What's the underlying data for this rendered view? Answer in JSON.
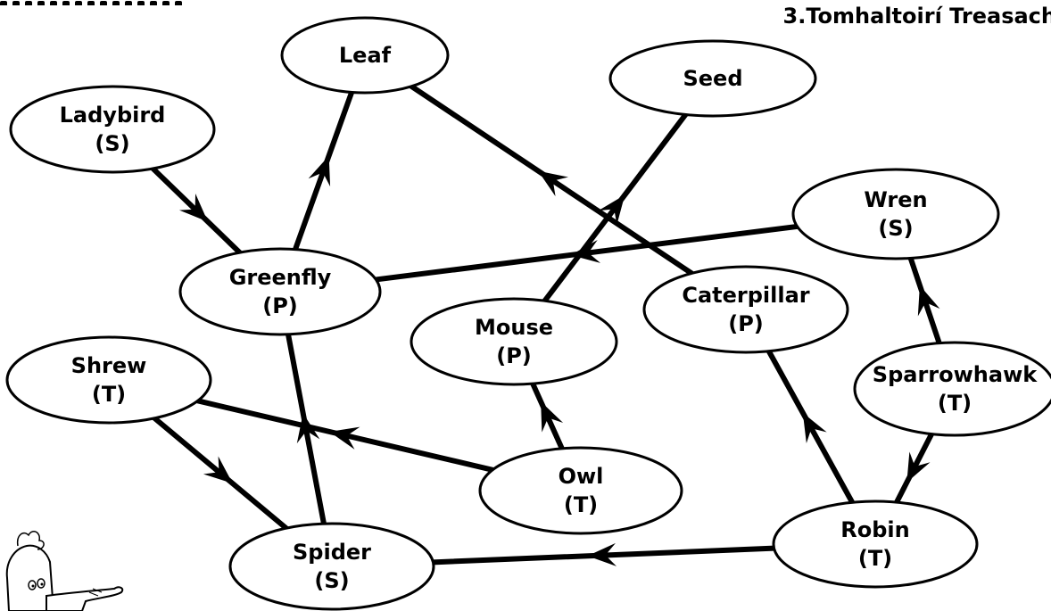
{
  "title": "3.Tomhaltoirí Treasach",
  "nodes": [
    {
      "id": "leaf",
      "lines": [
        "Leaf"
      ]
    },
    {
      "id": "seed",
      "lines": [
        "Seed"
      ]
    },
    {
      "id": "ladybird",
      "lines": [
        "Ladybird",
        "(S)"
      ]
    },
    {
      "id": "wren",
      "lines": [
        "Wren",
        "(S)"
      ]
    },
    {
      "id": "greenfly",
      "lines": [
        "Greenfly",
        "(P)"
      ]
    },
    {
      "id": "caterpillar",
      "lines": [
        "Caterpillar",
        "(P)"
      ]
    },
    {
      "id": "mouse",
      "lines": [
        "Mouse",
        "(P)"
      ]
    },
    {
      "id": "shrew",
      "lines": [
        "Shrew",
        "(T)"
      ]
    },
    {
      "id": "sparrowhawk",
      "lines": [
        "Sparrowhawk",
        "(T)"
      ]
    },
    {
      "id": "owl",
      "lines": [
        "Owl",
        "(T)"
      ]
    },
    {
      "id": "spider",
      "lines": [
        "Spider",
        "(S)"
      ]
    },
    {
      "id": "robin",
      "lines": [
        "Robin",
        "(T)"
      ]
    }
  ],
  "edges": [
    {
      "from": "ladybird",
      "to": "greenfly"
    },
    {
      "from": "greenfly",
      "to": "leaf"
    },
    {
      "from": "caterpillar",
      "to": "leaf"
    },
    {
      "from": "mouse",
      "to": "seed"
    },
    {
      "from": "wren",
      "to": "greenfly"
    },
    {
      "from": "spider",
      "to": "greenfly"
    },
    {
      "from": "owl",
      "to": "mouse"
    },
    {
      "from": "owl",
      "to": "shrew"
    },
    {
      "from": "shrew",
      "to": "spider"
    },
    {
      "from": "robin",
      "to": "spider"
    },
    {
      "from": "robin",
      "to": "caterpillar"
    },
    {
      "from": "sparrowhawk",
      "to": "wren"
    },
    {
      "from": "sparrowhawk",
      "to": "robin"
    }
  ],
  "decoration": {
    "mascot_icon": "cartoon-character-pointing-icon"
  }
}
